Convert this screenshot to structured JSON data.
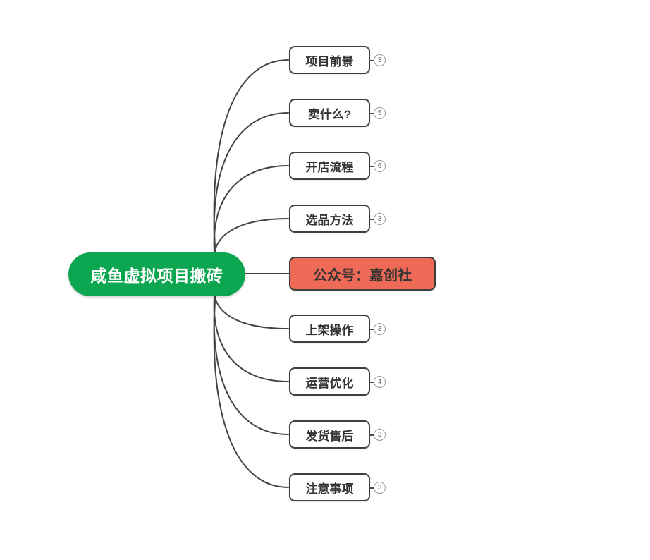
{
  "diagram": {
    "type": "mindmap",
    "root": {
      "label": "咸鱼虚拟项目搬砖",
      "fill": "#0ba64f",
      "text_color": "#ffffff"
    },
    "branches": [
      {
        "label": "项目前景",
        "badge": "3",
        "highlight": false
      },
      {
        "label": "卖什么?",
        "badge": "5",
        "highlight": false
      },
      {
        "label": "开店流程",
        "badge": "6",
        "highlight": false
      },
      {
        "label": "选品方法",
        "badge": "3",
        "highlight": false
      },
      {
        "label": "公众号：嘉创社",
        "badge": null,
        "highlight": true,
        "fill": "#ee6a56",
        "text_color": "#333333"
      },
      {
        "label": "上架操作",
        "badge": "3",
        "highlight": false
      },
      {
        "label": "运营优化",
        "badge": "4",
        "highlight": false
      },
      {
        "label": "发货售后",
        "badge": "3",
        "highlight": false
      },
      {
        "label": "注意事项",
        "badge": "3",
        "highlight": false
      }
    ],
    "colors": {
      "line": "#434343",
      "node_border": "#3f3f3f",
      "node_fill": "#ffffff",
      "node_text": "#333333",
      "badge_border": "#999999",
      "badge_text": "#6b6b6b",
      "background": "#ffffff"
    }
  }
}
